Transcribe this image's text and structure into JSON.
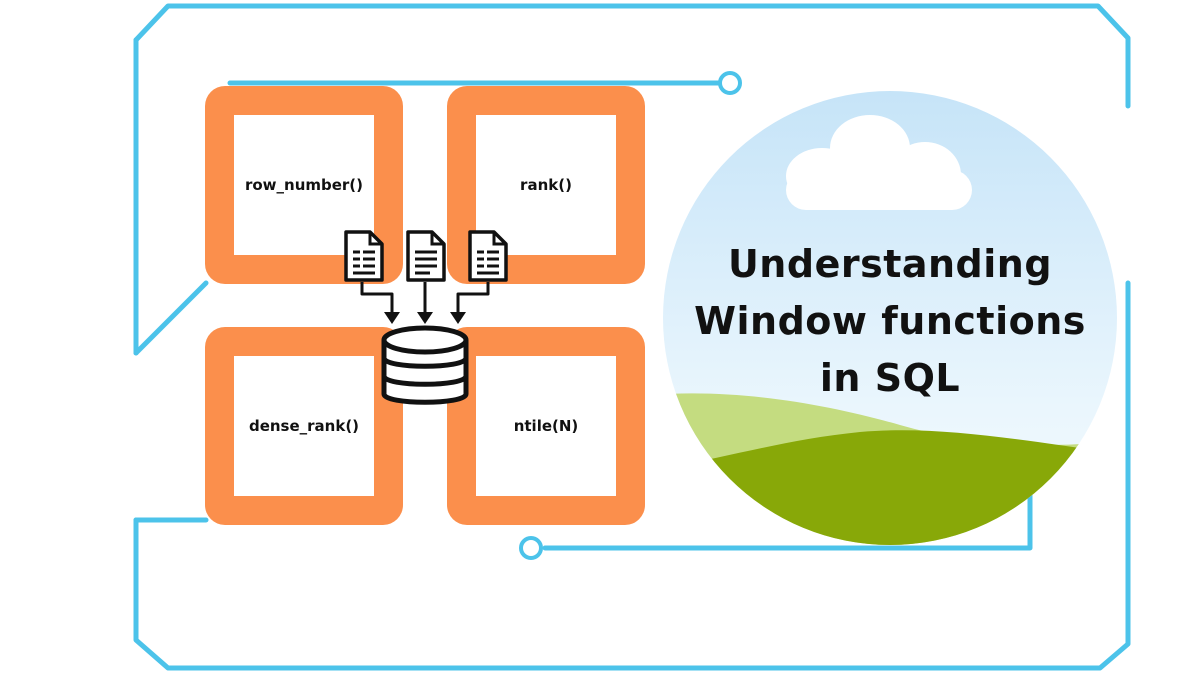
{
  "tiles": {
    "row_number": "row_number()",
    "rank": "rank()",
    "dense_rank": "dense_rank()",
    "ntile": "ntile(N)"
  },
  "title": {
    "line1": "Understanding",
    "line2": "Window functions",
    "line3": "in SQL"
  },
  "icons": [
    "document-icon",
    "database-icon",
    "cloud-icon",
    "arrow-down-icon"
  ],
  "colors": {
    "frame": "#4cc3ea",
    "tile": "#fb8f4c",
    "sky": "#d6ecfa",
    "hill_light": "#c4dc80",
    "hill_dark": "#88a808",
    "cloud": "#ffffff",
    "text": "#111111"
  }
}
